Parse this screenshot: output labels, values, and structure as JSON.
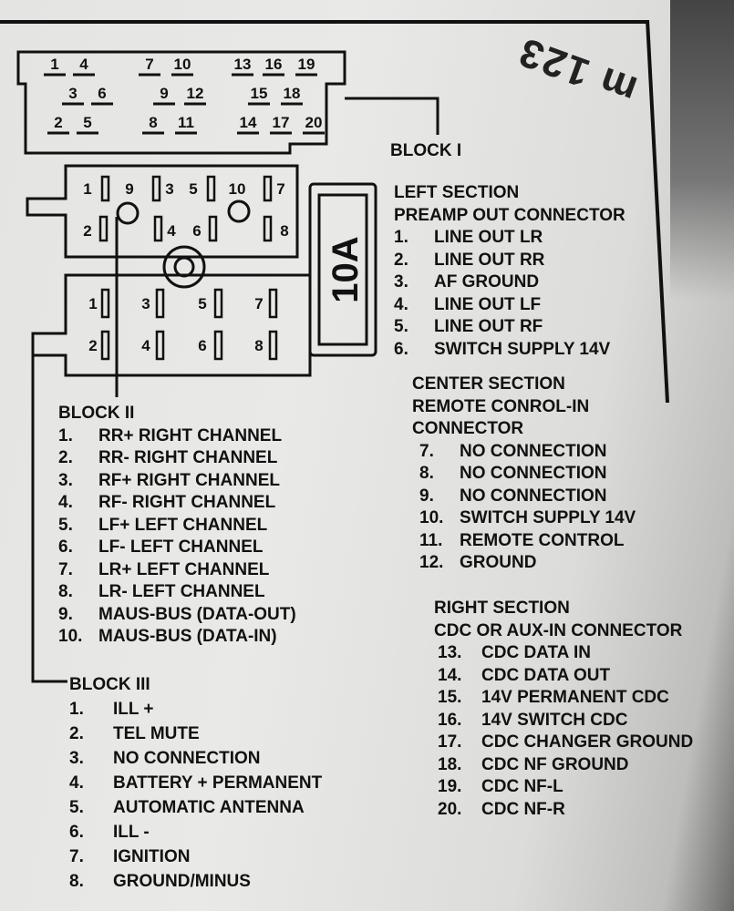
{
  "stamp": "m 123",
  "fuse_label": "10A",
  "connector": {
    "block1_pins": [
      "1",
      "4",
      "7",
      "10",
      "13",
      "16",
      "19",
      "3",
      "6",
      "9",
      "12",
      "15",
      "18",
      "2",
      "5",
      "8",
      "11",
      "14",
      "17",
      "20"
    ],
    "block2_pins": [
      "1",
      "9",
      "3",
      "5",
      "10",
      "7",
      "2",
      "4",
      "6",
      "8"
    ],
    "block3_pins": [
      "1",
      "3",
      "5",
      "7",
      "2",
      "4",
      "6",
      "8"
    ]
  },
  "block1": {
    "title": "BLOCK I",
    "left": {
      "heading1": "LEFT SECTION",
      "heading2": "PREAMP OUT CONNECTOR",
      "items": [
        {
          "n": "1.",
          "t": "LINE OUT  LR"
        },
        {
          "n": "2.",
          "t": "LINE OUT  RR"
        },
        {
          "n": "3.",
          "t": "AF GROUND"
        },
        {
          "n": "4.",
          "t": "LINE OUT  LF"
        },
        {
          "n": "5.",
          "t": "LINE OUT  RF"
        },
        {
          "n": "6.",
          "t": "SWITCH SUPPLY  14V"
        }
      ]
    },
    "center": {
      "heading1": "CENTER SECTION",
      "heading2": "REMOTE CONROL-IN",
      "heading3": "CONNECTOR",
      "items": [
        {
          "n": "7.",
          "t": "NO CONNECTION"
        },
        {
          "n": "8.",
          "t": "NO CONNECTION"
        },
        {
          "n": "9.",
          "t": "NO CONNECTION"
        },
        {
          "n": "10.",
          "t": "SWITCH SUPPLY  14V"
        },
        {
          "n": "11.",
          "t": "REMOTE CONTROL"
        },
        {
          "n": "12.",
          "t": "GROUND"
        }
      ]
    },
    "right": {
      "heading1": "RIGHT SECTION",
      "heading2": "CDC OR AUX-IN CONNECTOR",
      "items": [
        {
          "n": "13.",
          "t": "CDC DATA IN"
        },
        {
          "n": "14.",
          "t": "CDC DATA OUT"
        },
        {
          "n": "15.",
          "t": "14V PERMANENT CDC"
        },
        {
          "n": "16.",
          "t": "14V SWITCH CDC"
        },
        {
          "n": "17.",
          "t": "CDC CHANGER GROUND"
        },
        {
          "n": "18.",
          "t": "CDC NF GROUND"
        },
        {
          "n": "19.",
          "t": "CDC NF-L"
        },
        {
          "n": "20.",
          "t": "CDC NF-R"
        }
      ]
    }
  },
  "block2": {
    "title": "BLOCK II",
    "items": [
      {
        "n": "1.",
        "t": "RR+  RIGHT CHANNEL"
      },
      {
        "n": "2.",
        "t": "RR-  RIGHT CHANNEL"
      },
      {
        "n": "3.",
        "t": "RF+  RIGHT CHANNEL"
      },
      {
        "n": "4.",
        "t": "RF-  RIGHT CHANNEL"
      },
      {
        "n": "5.",
        "t": "LF+  LEFT CHANNEL"
      },
      {
        "n": "6.",
        "t": "LF-  LEFT CHANNEL"
      },
      {
        "n": "7.",
        "t": "LR+  LEFT CHANNEL"
      },
      {
        "n": "8.",
        "t": "LR-  LEFT CHANNEL"
      },
      {
        "n": "9.",
        "t": "MAUS-BUS  (DATA-OUT)"
      },
      {
        "n": "10.",
        "t": "MAUS-BUS  (DATA-IN)"
      }
    ]
  },
  "block3": {
    "title": "BLOCK III",
    "items": [
      {
        "n": "1.",
        "t": "ILL +"
      },
      {
        "n": "2.",
        "t": "TEL MUTE"
      },
      {
        "n": "3.",
        "t": "NO CONNECTION"
      },
      {
        "n": "4.",
        "t": "BATTERY + PERMANENT"
      },
      {
        "n": "5.",
        "t": "AUTOMATIC ANTENNA"
      },
      {
        "n": "6.",
        "t": "ILL -"
      },
      {
        "n": "7.",
        "t": "IGNITION"
      },
      {
        "n": "8.",
        "t": "GROUND/MINUS"
      }
    ]
  }
}
